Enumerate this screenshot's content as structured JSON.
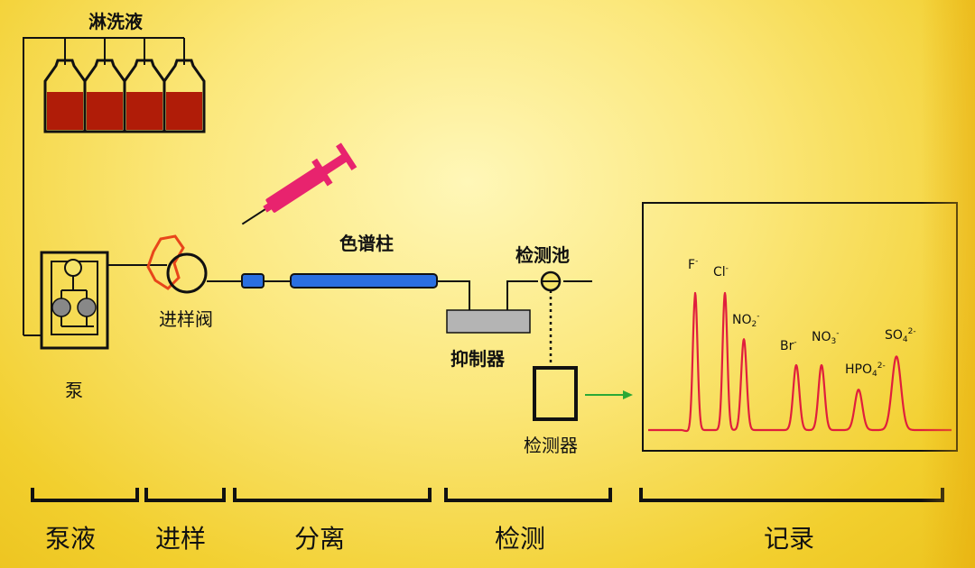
{
  "components": {
    "eluent": "淋洗液",
    "pump": "泵",
    "injection_valve": "进样阀",
    "column": "色谱柱",
    "detection_cell": "检测池",
    "suppressor": "抑制器",
    "detector": "检测器"
  },
  "stages": [
    "泵液",
    "进样",
    "分离",
    "检测",
    "记录"
  ],
  "chromatogram": {
    "peaks": [
      {
        "ion": "F",
        "sup": "-",
        "sub": ""
      },
      {
        "ion": "Cl",
        "sup": "-",
        "sub": ""
      },
      {
        "ion": "NO",
        "sub": "2",
        "sup": "-"
      },
      {
        "ion": "Br",
        "sup": "-",
        "sub": ""
      },
      {
        "ion": "NO",
        "sub": "3",
        "sup": "-"
      },
      {
        "ion": "HPO",
        "sub": "4",
        "sup": "2-"
      },
      {
        "ion": "SO",
        "sub": "4",
        "sup": "2-"
      }
    ],
    "relative_heights": [
      0.95,
      0.95,
      0.63,
      0.45,
      0.45,
      0.28,
      0.51
    ]
  },
  "colors": {
    "eluent_liquid": "#b01c08",
    "syringe": "#e8236e",
    "column": "#2a6fe0",
    "valve_rotor": "#e8461a",
    "suppressor": "#b4b4b4",
    "chromatogram_trace": "#e01e3c",
    "signal_arrow": "#2aa836"
  },
  "icons": [
    "bottle-icon",
    "syringe-icon",
    "arrow-right-icon"
  ]
}
